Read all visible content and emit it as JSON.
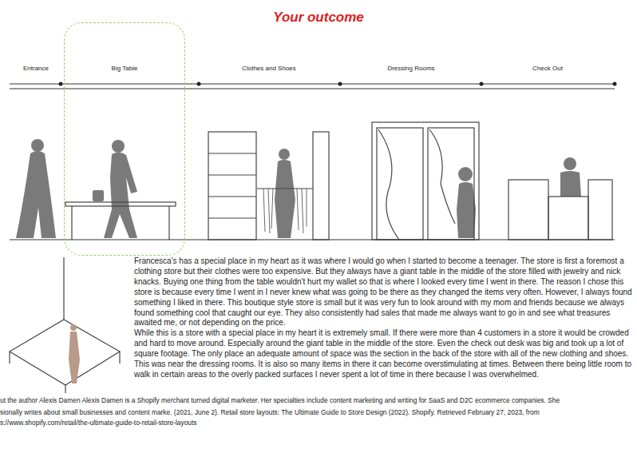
{
  "diagram": {
    "title": "Your outcome",
    "nodes": [
      {
        "text": [
          "Big Table"
        ]
      }
    ],
    "labels": [
      "Entrance",
      "Clothes and Shoes",
      "Dressing Rooms",
      "Check Out",
      "Francesca's has a special place in my heart as it was where I would go when I started to become a teenager. The store is first a foremost a clothing store but their clothes were too expensive. But they always have a giant table in the middle of the store filled with jewelry and nick knacks. Buying one thing from the table wouldn't hurt my wallet so that is where I looked every time I went in there. The reason I chose this store is because every time I went in I never knew what was going to be there as they changed the items very often. However, I always found something I liked in there. This boutique style store is small but it was very fun to look around with my mom and friends because we always found something cool that caught our eye. They also consistently had sales that made me always want to go in and see what treasures awaited me, or not depending on the price.",
      "While this is a store with a special place in my heart it is extremely small. If there were more than 4 customers in a store it would be crowded and hard to move around. Especially around the giant table in the middle of the store. Even the check out desk was big and took up a lot of square footage. The only place an adequate amount of space was the section in the back of the store with all of the new clothing and shoes. This was near the dressing rooms. It is also so many items in there it can become overstimulating at times. Between there being little room to walk in certain areas to the overly packed surfaces I never spent a lot of time in there because I was overwhelmed.",
      "ut the author Alexis Damen Alexis Damen is a Shopify merchant turned digital marketer. Her specialties include content marketing and writing for SaaS and D2C ecommerce companies. She",
      "sionally writes about small businesses and content marke. (2021, June 2). Retail store layouts: The Ultimate Guide to Store Design (2022). Shopify. Retrieved February 27, 2023, from",
      "s://www.shopify.com/retail/the-ultimate-guide-to-retail-store-layouts"
    ]
  }
}
